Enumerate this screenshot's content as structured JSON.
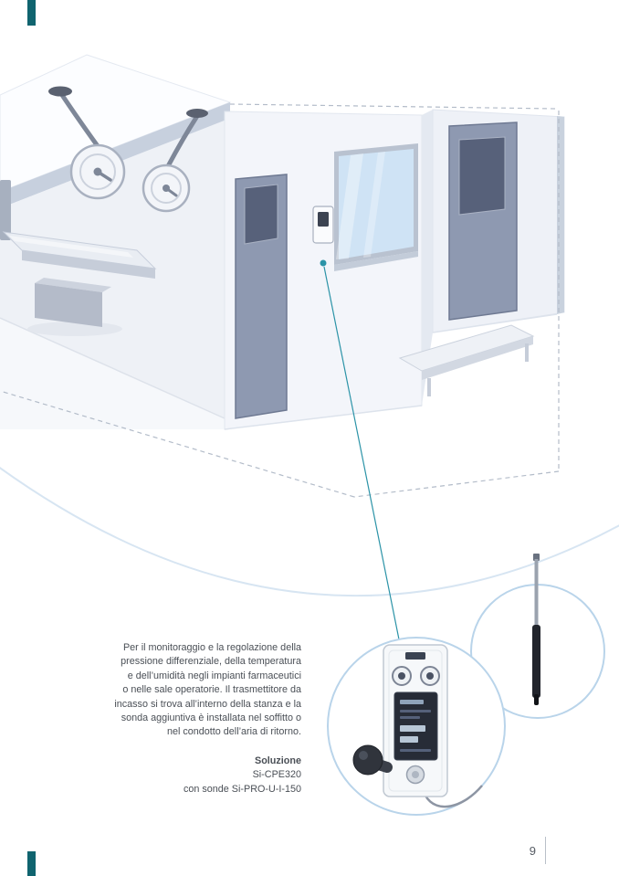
{
  "page": {
    "number": "9"
  },
  "description": {
    "lines": [
      "Per il monitoraggio e la regolazione della",
      "pressione differenziale, della temperatura",
      "e dell’umidità negli impianti farmaceutici",
      "o nelle sale operatorie. Il trasmettitore da",
      "incasso si trova all’interno della stanza e la",
      "sonda aggiuntiva è installata nel soffitto o",
      "nel condotto dell’aria di ritorno."
    ]
  },
  "solution": {
    "title": "Soluzione",
    "product": "Si-CPE320",
    "probe": "con sonde Si-PRO-U-I-150"
  },
  "colors": {
    "accent_teal": "#10646f",
    "callout_teal": "#2b93a7",
    "arc_blue": "#d7e5f2",
    "detail_circle_border": "#b9d4ea",
    "door_blue_gray": "#8e99b1",
    "window_glass": "#cfe3f5"
  },
  "illustration": {
    "name": "operating-room-isometric-cutaway",
    "elements": [
      "ceiling",
      "surgical-lamp",
      "surgical-lamp",
      "operating-table",
      "door",
      "door",
      "window",
      "wall-transmitter",
      "measurement-point",
      "bench",
      "dashed-room-outline",
      "callout-line",
      "flush-mount-transmitter-detail",
      "dome-sensor",
      "probe-detail"
    ]
  }
}
